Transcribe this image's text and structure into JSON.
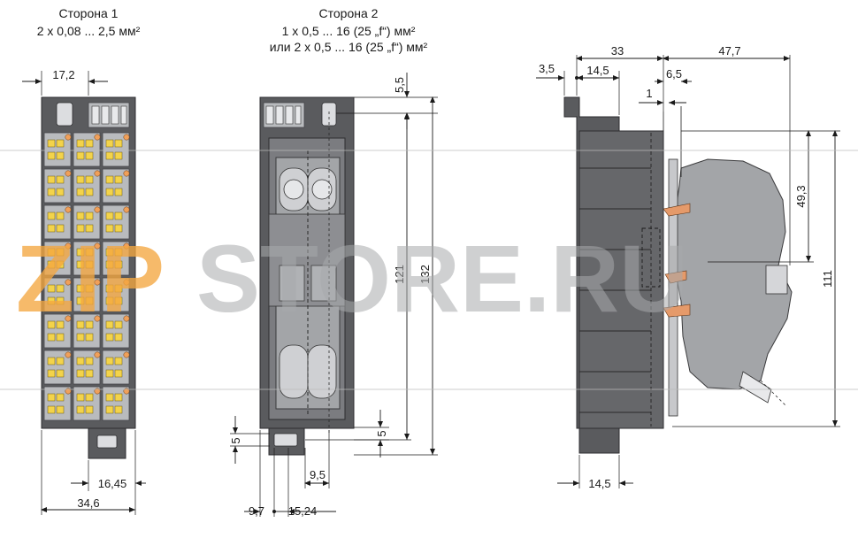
{
  "views": {
    "side1": {
      "title": "Сторона 1",
      "spec": "2 x 0,08 ... 2,5 мм²"
    },
    "side2": {
      "title": "Сторона 2",
      "spec1": "1 x 0,5 ... 16 (25 „f“) мм²",
      "spec2": "или 2 x 0,5 ... 16 (25 „f“) мм²"
    }
  },
  "dimensions": {
    "d17_2": "17,2",
    "d16_45": "16,45",
    "d34_6": "34,6",
    "d5_5": "5,5",
    "d121": "121",
    "d132": "132",
    "d5_left": "5",
    "d5_right": "5",
    "d9_5": "9,5",
    "d9_7": "9,7",
    "d15_24": "15,24",
    "d3_5": "3,5",
    "d33": "33",
    "d47_7": "47,7",
    "d14_5_top": "14,5",
    "d6_5": "6,5",
    "d1": "1",
    "d49_3": "49,3",
    "d111": "111",
    "d14_5_bottom": "14,5"
  },
  "watermark": {
    "part1": "ZIP",
    "part2": "STORE.RU"
  },
  "colors": {
    "housing": "#5a5b5e",
    "lever": "#f3d34a",
    "marker": "#f0a05a",
    "watermark": "#f4a640"
  }
}
